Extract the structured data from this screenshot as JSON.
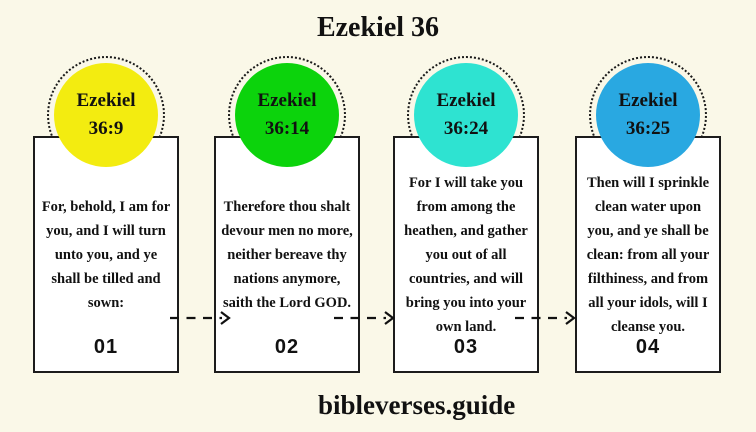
{
  "page": {
    "title": "Ezekiel 36",
    "footer": "bibleverses.guide",
    "background_color": "#faf8e8",
    "card_border_color": "#1c1c1c"
  },
  "icons": {
    "connector": "dashed-arrow-right-icon",
    "ring": "dotted-ring-icon"
  },
  "cards": [
    {
      "book": "Ezekiel",
      "verse": "36:9",
      "circle_color": "#f3ec10",
      "number": "01",
      "text": "For, behold, I am for you, and I will turn unto you, and ye shall be tilled and sown:"
    },
    {
      "book": "Ezekiel",
      "verse": "36:14",
      "circle_color": "#0cd30c",
      "number": "02",
      "text": "Therefore thou shalt devour men no more, neither bereave thy nations anymore, saith the Lord GOD."
    },
    {
      "book": "Ezekiel",
      "verse": "36:24",
      "circle_color": "#2ee3d1",
      "number": "03",
      "text": "For I will take you from among the heathen, and gather you out of all countries, and will bring you into your own land."
    },
    {
      "book": "Ezekiel",
      "verse": "36:25",
      "circle_color": "#29a8e1",
      "number": "04",
      "text": "Then will I sprinkle clean water upon you, and ye shall be clean: from all your filthiness, and from all your idols, will I cleanse you."
    }
  ]
}
